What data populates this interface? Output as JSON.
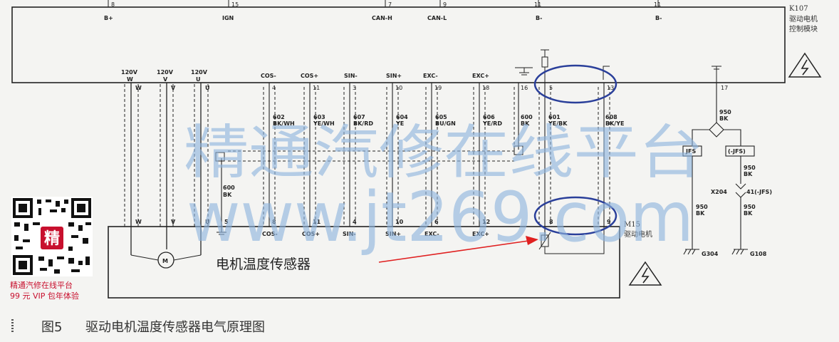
{
  "ecu": {
    "name": "K107",
    "desc_line1": "驱动电机",
    "desc_line2": "控制模块",
    "top_pins": [
      {
        "num": "8",
        "sig": "B+"
      },
      {
        "num": "15",
        "sig": "IGN"
      },
      {
        "num": "7",
        "sig": "CAN-H"
      },
      {
        "num": "9",
        "sig": "CAN-L"
      },
      {
        "num": "11",
        "sig": "B-"
      },
      {
        "num": "11",
        "sig": "B-"
      }
    ],
    "signals": [
      {
        "name": "120V",
        "sub": "W"
      },
      {
        "name": "120V",
        "sub": "V"
      },
      {
        "name": "120V",
        "sub": "U"
      },
      {
        "name": "COS-",
        "pin": "4"
      },
      {
        "name": "COS+",
        "pin": "11"
      },
      {
        "name": "SIN-",
        "pin": "3"
      },
      {
        "name": "SIN+",
        "pin": "10"
      },
      {
        "name": "EXC-",
        "pin": "19"
      },
      {
        "name": "EXC+",
        "pin": "18"
      }
    ],
    "phase_pins": [
      "W",
      "V",
      "U"
    ],
    "extra_pins": [
      "16",
      "5",
      "13",
      "17"
    ]
  },
  "wires": [
    {
      "num": "602",
      "color": "BK/WH"
    },
    {
      "num": "603",
      "color": "YE/WH"
    },
    {
      "num": "607",
      "color": "BK/RD"
    },
    {
      "num": "604",
      "color": "YE"
    },
    {
      "num": "605",
      "color": "BU/GN"
    },
    {
      "num": "606",
      "color": "YE/RD"
    },
    {
      "num": "600",
      "color": "BK"
    },
    {
      "num": "601",
      "color": "YE/BK"
    },
    {
      "num": "608",
      "color": "BK/YE"
    }
  ],
  "shield_wire": {
    "num": "600",
    "color": "BK"
  },
  "ground_wires": [
    {
      "num": "950",
      "color": "BK"
    },
    {
      "num": "950",
      "color": "BK"
    },
    {
      "num": "950",
      "color": "BK"
    },
    {
      "num": "950",
      "color": "BK"
    }
  ],
  "splices": {
    "jfs": "JFS",
    "jfs2": "(-JFS)",
    "connector": "X204",
    "connector_pin": "41(-JFS)"
  },
  "grounds": [
    "G304",
    "G108"
  ],
  "motor": {
    "name": "M15",
    "desc": "驱动电机",
    "symbol": "M",
    "pins": [
      "W",
      "V",
      "U",
      "5",
      "8",
      "11",
      "4",
      "10",
      "6",
      "12",
      "8",
      "9"
    ],
    "signals": [
      "COS-",
      "COS+",
      "SIN-",
      "SIN+",
      "EXC-",
      "EXC+"
    ]
  },
  "annotation": "电机温度传感器",
  "caption": {
    "fig": "图5",
    "title": "驱动电机温度传感器电气原理图"
  },
  "watermark": {
    "line1": "精通汽修在线平台",
    "line2": "www.jt269.com"
  },
  "qr": {
    "badge": "精",
    "line1": "精通汽修在线平台",
    "line2": "99 元 VIP 包年体验"
  },
  "colors": {
    "highlight": "#2a3f9a",
    "arrow": "#e02020",
    "watermark": "#8db4de",
    "brand": "#c8102e"
  }
}
